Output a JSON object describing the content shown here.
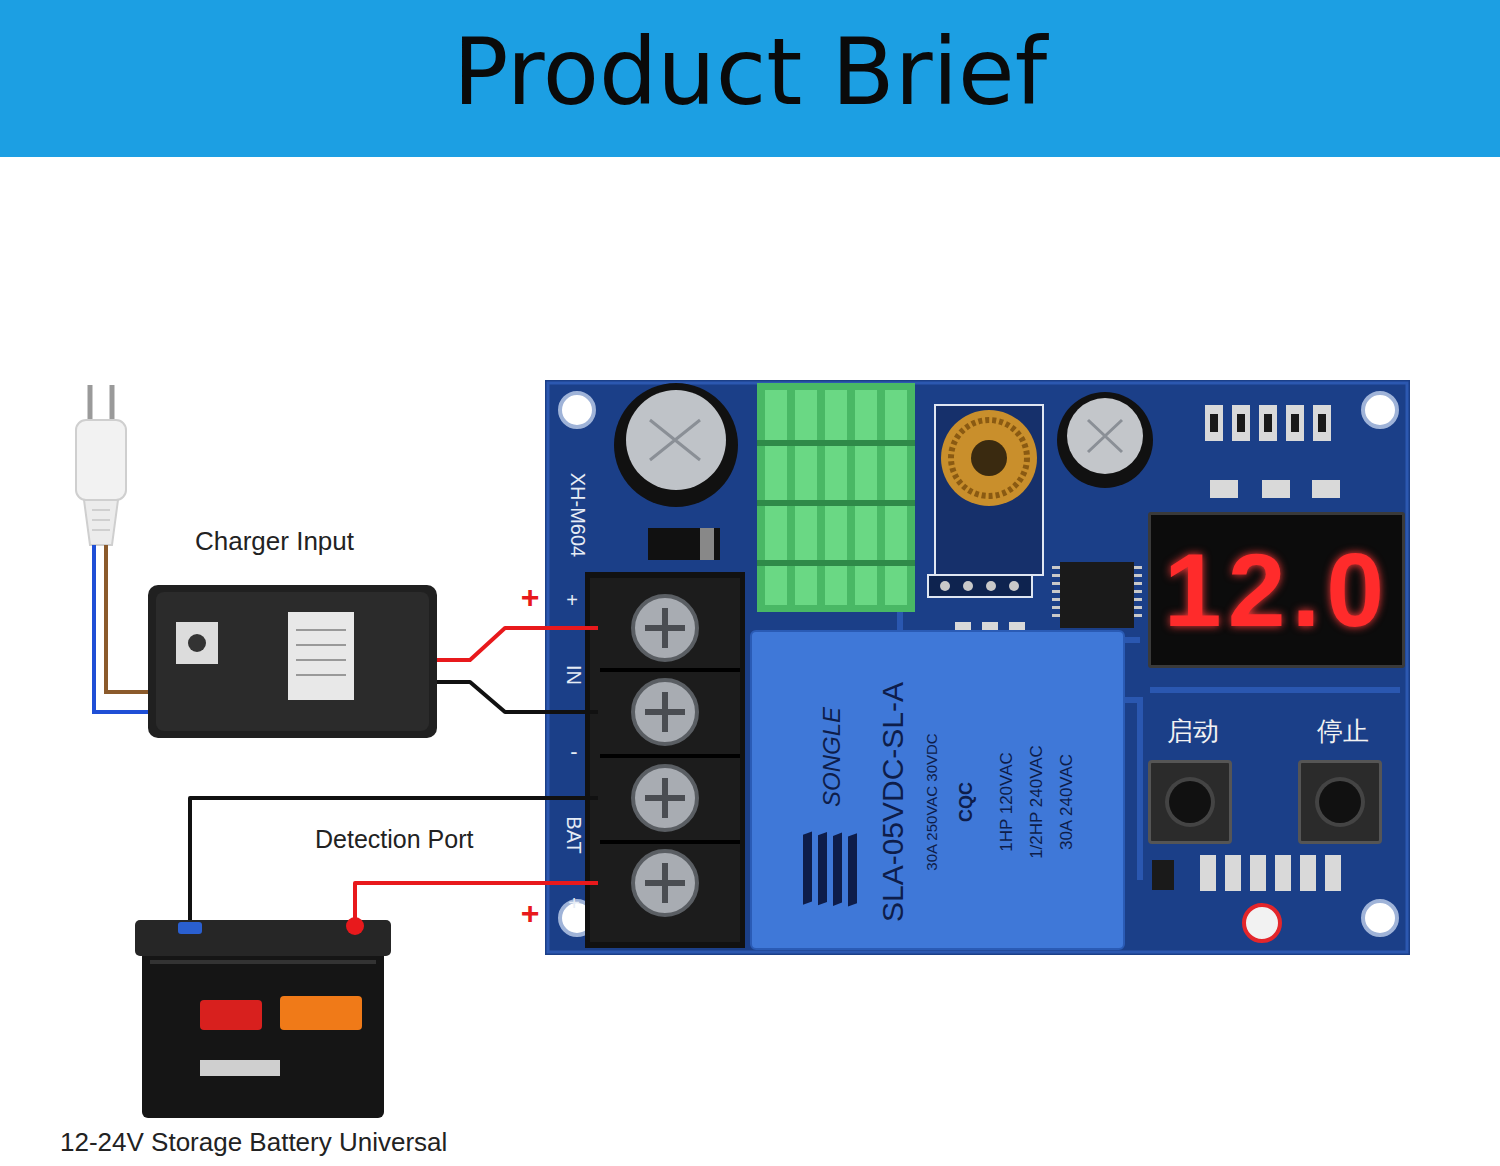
{
  "diagram": {
    "title": "Product Brief",
    "nodes": [
      {
        "text": [
          "Charger Input"
        ]
      },
      {
        "text": [
          "XH-M604"
        ]
      },
      {
        "text": [
          "IN",
          "BAT"
        ],
        "in": 1
      },
      {
        "text": [
          "12.0"
        ],
        "in": 1
      },
      {
        "text": [
          "SONGLE",
          "SLA-05VDC-SL-A",
          "30A 250VAC 30VDC",
          "CQC",
          "1HP 120VAC",
          "1/2HP 240VAC",
          "30A 240VAC"
        ],
        "in": 1
      },
      {
        "text": [
          "启动"
        ],
        "in": 1
      },
      {
        "text": [
          "停止"
        ],
        "in": 1
      },
      {
        "text": [
          "12-24V Storage Battery Universal"
        ]
      }
    ],
    "edges": [
      {
        "from": 0,
        "to": 2,
        "arrow": "none"
      },
      {
        "from": 0,
        "to": 2,
        "arrow": "none"
      },
      {
        "from": 7,
        "to": 2,
        "arrow": "none"
      },
      {
        "from": 7,
        "to": 2,
        "arrow": "none"
      }
    ],
    "labels": [
      "+",
      "+",
      "-",
      "+",
      "Detection Port",
      "+"
    ]
  }
}
